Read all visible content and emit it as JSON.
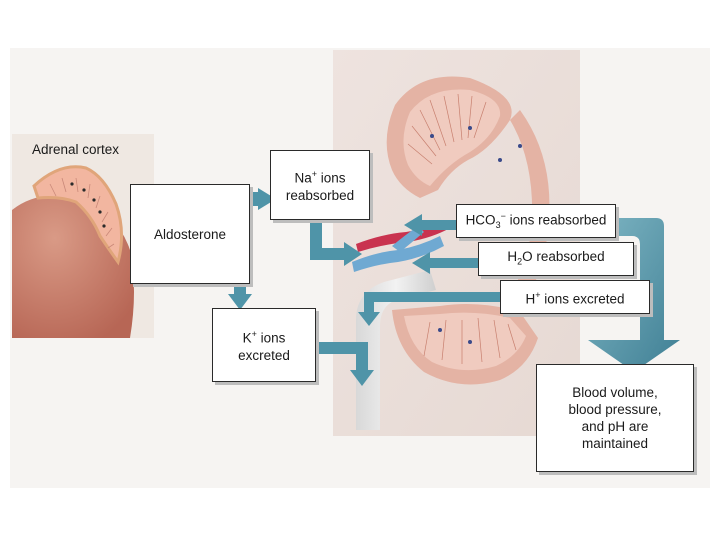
{
  "diagram": {
    "adrenal_label": "Adrenal cortex",
    "aldosterone": "Aldosterone",
    "na": {
      "symbol": "Na",
      "charge": "+",
      "text1": " ions",
      "text2": "reabsorbed"
    },
    "k": {
      "symbol": "K",
      "charge": "+",
      "text1": " ions",
      "text2": "excreted"
    },
    "hco3": {
      "symbol": "HCO",
      "sub": "3",
      "charge": "−",
      "text": " ions reabsorbed"
    },
    "h2o": {
      "symbol": "H",
      "sub": "2",
      "text": "O reabsorbed"
    },
    "h": {
      "symbol": "H",
      "charge": "+",
      "text": " ions excreted"
    },
    "outcome": {
      "line1": "Blood volume,",
      "line2": "blood pressure,",
      "line3": "and pH are",
      "line4": "maintained"
    }
  },
  "colors": {
    "arrow": "#4f94a8",
    "kidney": "#e7b8a0",
    "vein": "#6fa9d2",
    "artery": "#c9334f"
  }
}
